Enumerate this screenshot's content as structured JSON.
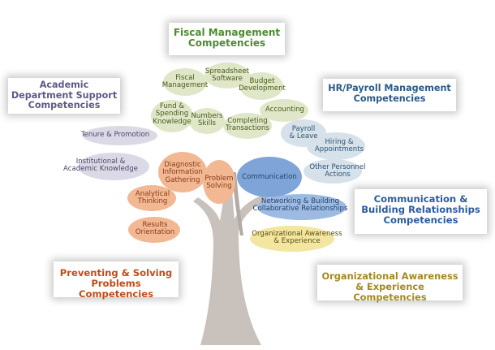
{
  "colors": {
    "trunk": "#c8c1bc",
    "trunk_dark": "#b3aba5",
    "fiscal_leaf": "#dfe7c8",
    "fiscal_text": "#4a5a1e",
    "fiscal_title": "#4f8a34",
    "academic_leaf": "#dcd9e6",
    "academic_text": "#4b4868",
    "academic_title": "#5e5a86",
    "hr_leaf": "#d6e1ea",
    "hr_text": "#2f5373",
    "hr_title": "#2c5a85",
    "comm_leaf": "#7fa5d8",
    "comm_text": "#22436c",
    "comm_title": "#2b5c9e",
    "problem_leaf": "#f1b893",
    "problem_text": "#8c3a16",
    "problem_title": "#c24a1b",
    "org_leaf": "#f3e6a0",
    "org_text": "#5c4e10",
    "org_title": "#a38a1f"
  },
  "categories": {
    "fiscal": {
      "title": "Fiscal Management\nCompetencies"
    },
    "academic": {
      "title": "Academic\nDepartment Support\nCompetencies"
    },
    "hr": {
      "title": "HR/Payroll Management\nCompetencies"
    },
    "communication": {
      "title": "Communication &\nBuilding Relationships\nCompetencies"
    },
    "problem": {
      "title": "Preventing & Solving\nProblems Competencies"
    },
    "organizational": {
      "title": "Organizational Awareness\n& Experience Competencies"
    }
  },
  "competencies": {
    "fiscal_management": "Fiscal\nManagement",
    "spreadsheet_software": "Spreadsheet\nSoftware",
    "budget_development": "Budget\nDevelopment",
    "fund_spending_knowledge": "Fund &\nSpending\nKnowledge",
    "numbers_skills": "Numbers\nSkills",
    "completing_transactions": "Completing\nTransactions",
    "accounting": "Accounting",
    "tenure_promotion": "Tenure & Promotion",
    "institutional_academic_knowledge": "Institutional &\nAcademic Knowledge",
    "payroll_leave": "Payroll\n& Leave",
    "hiring_appointments": "Hiring &\nAppointments",
    "other_personnel_actions": "Other Personnel\nActions",
    "diagnostic_information_gathering": "Diagnostic\nInformation\nGathering",
    "problem_solving": "Problem\nSolving",
    "analytical_thinking": "Analytical\nThinking",
    "results_orientation": "Results\nOrientation",
    "communication": "Communication",
    "networking_collaborative": "Networking & Building\nCollaborative Relationships",
    "org_awareness_experience": "Organizational Awareness\n& Experience"
  }
}
